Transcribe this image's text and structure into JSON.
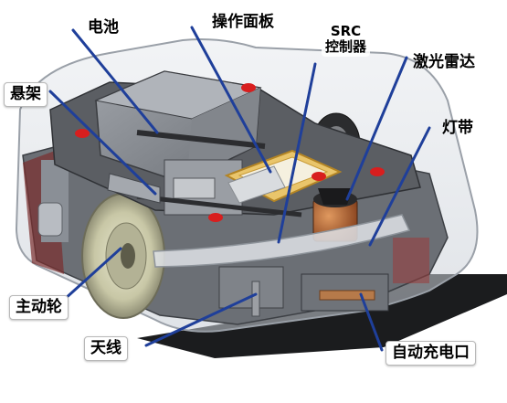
{
  "labels": {
    "battery": "电池",
    "operation_panel": "操作面板",
    "src_line1": "SRC",
    "src_line2": "控制器",
    "lidar": "激光雷达",
    "suspension": "悬架",
    "light_strip": "灯带",
    "drive_wheel": "主动轮",
    "antenna": "天线",
    "auto_charging_port": "自动充电口"
  },
  "colors": {
    "leader_line": "#1f3f9a",
    "shell": "#cfd4dc",
    "body_dark": "#4a4d52",
    "frame_grey": "#8f9399",
    "accent_red": "#d81e1e",
    "pcb_gold": "#d9a93a",
    "lidar_copper": "#b05a2a",
    "wheel_tire": "#c9c8a8"
  }
}
